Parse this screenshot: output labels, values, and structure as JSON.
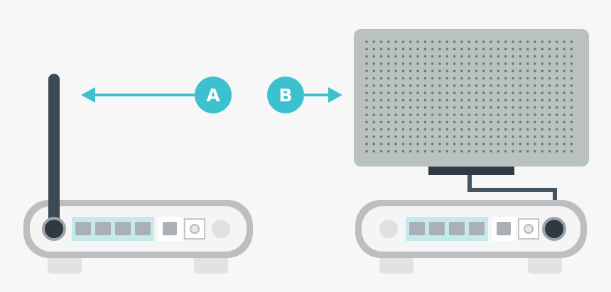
{
  "callouts": {
    "a": {
      "letter": "A"
    },
    "b": {
      "letter": "B"
    }
  },
  "icons": {
    "router_a": "router-with-antenna",
    "router_b": "router-with-external-antenna-panel",
    "antenna_panel": "perforated-antenna-panel"
  },
  "router_b_ethernet_ports": 4,
  "router_a_ethernet_ports": 4,
  "colors": {
    "background": "#f7f7f7",
    "accent": "#3ec1cf",
    "router_body": "#bdbec1",
    "router_face": "#f5f5f5",
    "port_group": "#c5eaee",
    "port": "#a9b1b6",
    "antenna": "#3c4a55",
    "panel": "#b9c2c0",
    "panel_dot": "#6f7b78",
    "cable": "#465460"
  }
}
